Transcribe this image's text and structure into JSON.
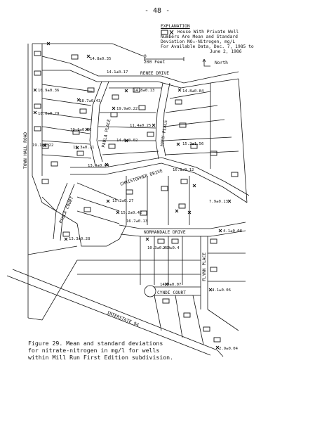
{
  "page_number": "- 48 -",
  "legend": {
    "title": "EXPLANATION",
    "item": "House With Private Well",
    "desc_lines": [
      "Numbers Are Mean and Standard",
      "Deviation NO₃-Nitrogen, mg/L",
      "For Available Data, Dec. 7, 1985 to",
      "June 2, 1986"
    ],
    "scale_zero": "0",
    "scale_label": "200 Feet",
    "north": "North"
  },
  "streets": {
    "renee": "RENEE DRIVE",
    "paula_place": "PAULA PLACE",
    "mary_place": "MARY PLACE",
    "christopher": "CHRISTOPHER DRIVE",
    "paula_court": "PAULA COURT",
    "normandale": "NORMANDALE DRIVE",
    "flynn": "FLYNN PLACE",
    "cyndi": "CYNDI COURT",
    "town_hall": "TOWN HALL ROAD",
    "interstate": "INTERSTATE 94"
  },
  "wells": [
    {
      "label": "14.8±0.35"
    },
    {
      "label": "14.1±0.17"
    },
    {
      "label": "10.9±0.36"
    },
    {
      "label": "18.7±0.43"
    },
    {
      "label": "14.8±0.13"
    },
    {
      "label": "14.8±0.84"
    },
    {
      "label": "19.9±0.22"
    },
    {
      "label": "18.0±0.29"
    },
    {
      "label": "13.1±0.06"
    },
    {
      "label": "11.4±0.25"
    },
    {
      "label": "15.2±1.56"
    },
    {
      "label": "19.1±0.22"
    },
    {
      "label": "12.3±0.21"
    },
    {
      "label": "14.6±0.02"
    },
    {
      "label": "13.9±0.04"
    },
    {
      "label": "16.8±0.12"
    },
    {
      "label": "7.9±0.13"
    },
    {
      "label": "15.2±0.27"
    },
    {
      "label": "15.2±0.42"
    },
    {
      "label": "16.7±0.13"
    },
    {
      "label": "4.1±0.08"
    },
    {
      "label": "13.3±0.28"
    },
    {
      "label": "10.3±0.49"
    },
    {
      "label": "2.0±0.4"
    },
    {
      "label": "4.1±0.06"
    },
    {
      "label": "14.0±0.07"
    },
    {
      "label": "2.9±0.04"
    }
  ],
  "caption_lines": [
    "Figure 29. Mean and standard deviations",
    "for nitrate-nitrogen in mg/l for wells",
    "within Mill Run First Edition subdivision."
  ]
}
